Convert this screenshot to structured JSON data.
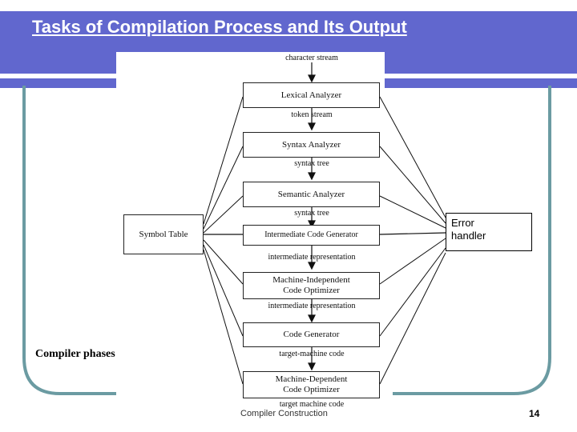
{
  "slide": {
    "title": "Tasks of Compilation Process and Its Output",
    "caption": "Compiler phases",
    "footer_text": "Compiler Construction",
    "page_number": "14",
    "colors": {
      "header_purple": "#6167ce",
      "frame_teal": "#6b9ba2",
      "title_text": "#ffffff",
      "diagram_ink": "#111111"
    }
  },
  "diagram": {
    "type": "flow",
    "boxes": [
      {
        "id": "lexical",
        "label": "Lexical Analyzer"
      },
      {
        "id": "syntax",
        "label": "Syntax Analyzer"
      },
      {
        "id": "semantic",
        "label": "Semantic Analyzer"
      },
      {
        "id": "intermed",
        "label": "Intermediate Code Generator"
      },
      {
        "id": "miopt",
        "label": "Machine-Independent\nCode Optimizer"
      },
      {
        "id": "codegen",
        "label": "Code Generator"
      },
      {
        "id": "mdopt",
        "label": "Machine-Dependent\nCode Optimizer"
      }
    ],
    "box_labels": {
      "lexical": "Lexical Analyzer",
      "syntax": "Syntax Analyzer",
      "semantic": "Semantic Analyzer",
      "intermed": "Intermediate Code Generator",
      "miopt_line1": "Machine-Independent",
      "miopt_line2": "Code Optimizer",
      "codegen": "Code Generator",
      "mdopt_line1": "Machine-Dependent",
      "mdopt_line2": "Code Optimizer"
    },
    "stream_labels": [
      "character stream",
      "token stream",
      "syntax tree",
      "syntax tree",
      "intermediate representation",
      "intermediate representation",
      "target-machine code",
      "target machine code"
    ],
    "streams": {
      "s0": "character stream",
      "s1": "token stream",
      "s2": "syntax tree",
      "s3": "syntax tree",
      "s4": "intermediate representation",
      "s5": "intermediate representation",
      "s6": "target-machine code",
      "s7": "target machine code"
    },
    "side_boxes": {
      "symbol_table": "Symbol Table",
      "error_handler_line1": "Error",
      "error_handler_line2": "handler"
    }
  }
}
